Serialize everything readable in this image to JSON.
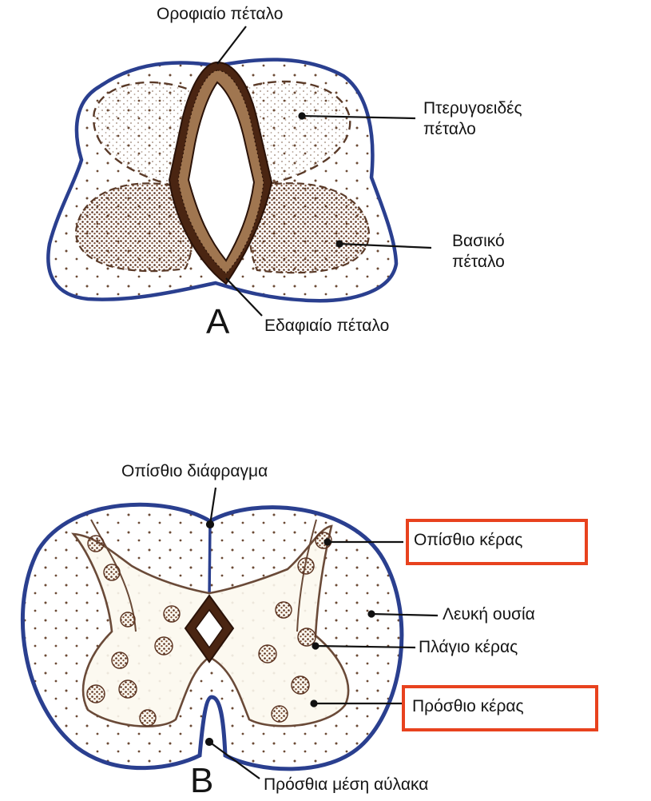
{
  "panel_a": {
    "letter": "A",
    "labels": {
      "roof_plate": "Οροφιαίο πέταλο",
      "alar_plate_line1": "Πτερυγοειδές",
      "alar_plate_line2": "πέταλο",
      "basal_plate_line1": "Βασικό",
      "basal_plate_line2": "πέταλο",
      "floor_plate": "Εδαφιαίο πέταλο"
    }
  },
  "panel_b": {
    "letter": "B",
    "labels": {
      "posterior_septum": "Οπίσθιο διάφραγμα",
      "posterior_horn": "Οπίσθιο κέρας",
      "white_matter": "Λευκή ουσία",
      "lateral_horn": "Πλάγιο κέρας",
      "anterior_horn": "Πρόσθιο κέρας",
      "anterior_median_fissure": "Πρόσθια μέση αύλακα"
    }
  },
  "colors": {
    "outline": "#2a3f8f",
    "tissue": "#fdfbf5",
    "dark_brown": "#4a2512",
    "mid_brown": "#8a5a3a",
    "highlight_box": "#e8421e"
  }
}
